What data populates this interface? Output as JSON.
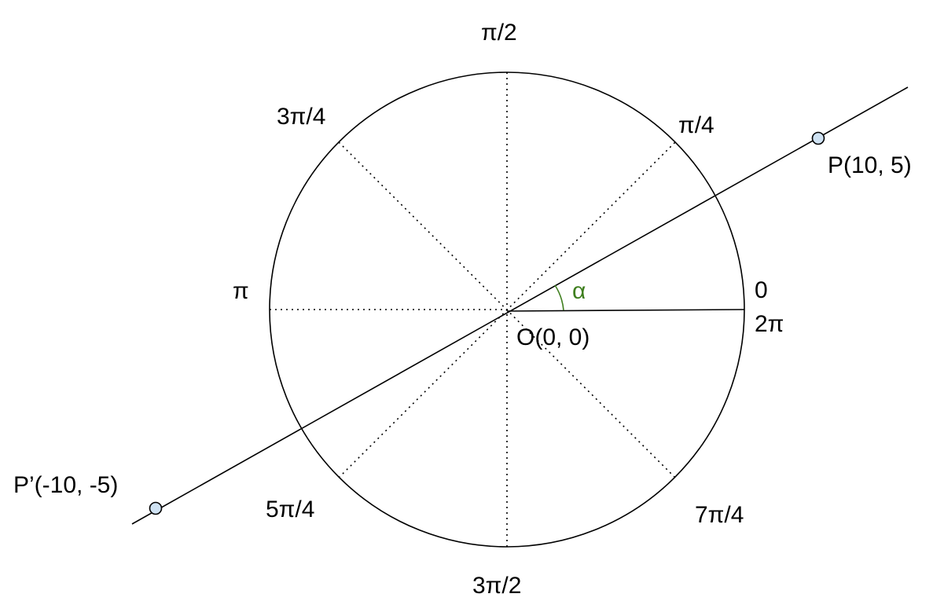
{
  "title": "",
  "angle_labels": {
    "zero": "0",
    "two_pi": "2π",
    "pi_over_4": "π/4",
    "pi_over_2": "π/2",
    "three_pi_over_4": "3π/4",
    "pi": "π",
    "five_pi_over_4": "5π/4",
    "three_pi_over_2": "3π/2",
    "seven_pi_over_4": "7π/4"
  },
  "points": {
    "origin": "O(0, 0)",
    "p": "P(10, 5)",
    "p_prime": "P’(-10, -5)"
  },
  "angle_symbol": "α",
  "colors": {
    "stroke": "#000000",
    "angle": "#3f7f1f",
    "point_fill": "#cfe2f3"
  }
}
